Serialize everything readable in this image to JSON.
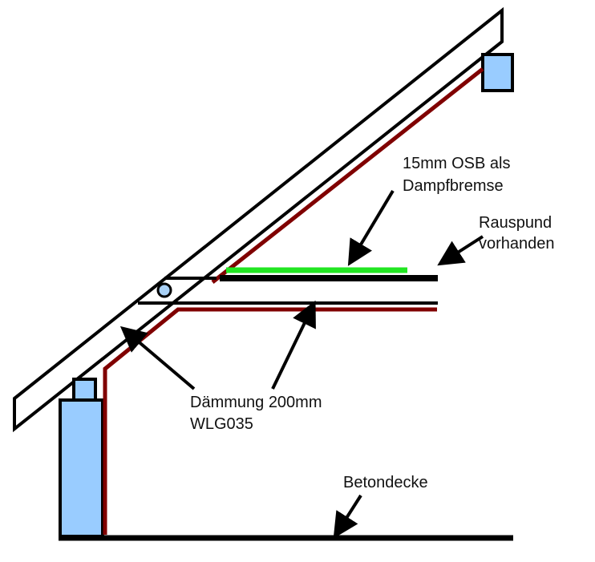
{
  "colors": {
    "outline": "#000000",
    "vapor_barrier": "#800000",
    "osb": "#22e622",
    "timber": "#99ccff",
    "background": "#ffffff"
  },
  "labels": {
    "osb": {
      "line1": "15mm OSB als",
      "line2": "Dampfbremse"
    },
    "rauspund": {
      "line1": "Rauspund",
      "line2": "vorhanden"
    },
    "insulation": {
      "line1": "Dämmung 200mm",
      "line2": "WLG035"
    },
    "concrete": {
      "line1": "Betondecke"
    }
  }
}
